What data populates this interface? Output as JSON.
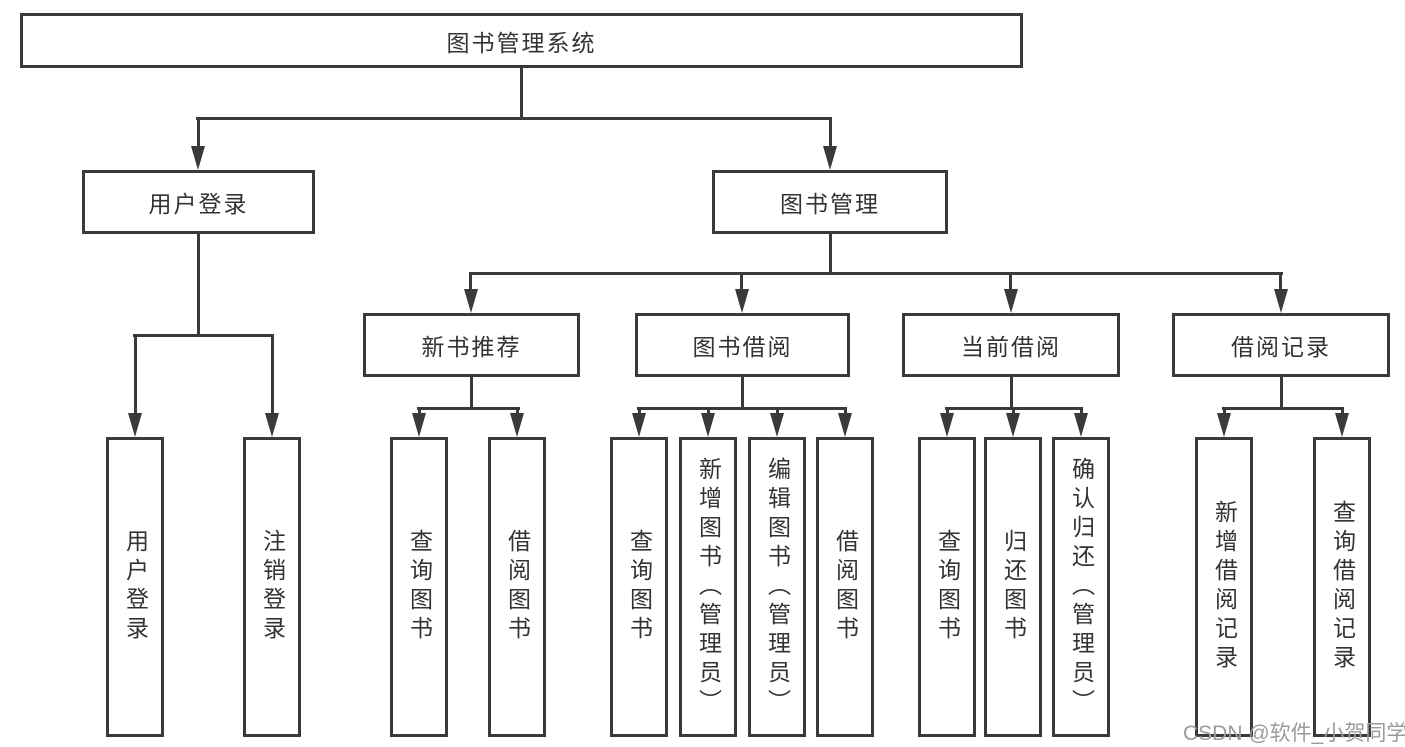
{
  "diagram": {
    "type": "tree",
    "root": {
      "label": "图书管理系统"
    },
    "level2": {
      "user_login": {
        "label": "用户登录"
      },
      "book_mgmt": {
        "label": "图书管理"
      }
    },
    "level3": {
      "new_books": {
        "label": "新书推荐"
      },
      "book_borrow": {
        "label": "图书借阅"
      },
      "current_borrow": {
        "label": "当前借阅"
      },
      "borrow_records": {
        "label": "借阅记录"
      }
    },
    "leaves": {
      "user_login_leaf": {
        "label": "用户登录"
      },
      "logout_leaf": {
        "label": "注销登录"
      },
      "nb_query_books": {
        "label": "查询图书"
      },
      "nb_borrow_books": {
        "label": "借阅图书"
      },
      "bb_query_books": {
        "label": "查询图书"
      },
      "bb_add_books": {
        "label": "新增图书（管理员）"
      },
      "bb_edit_books": {
        "label": "编辑图书（管理员）"
      },
      "bb_borrow_books": {
        "label": "借阅图书"
      },
      "cb_query_books": {
        "label": "查询图书"
      },
      "cb_return_books": {
        "label": "归还图书"
      },
      "cb_confirm_return": {
        "label": "确认归还（管理员）"
      },
      "br_add_record": {
        "label": "新增借阅记录"
      },
      "br_query_record": {
        "label": "查询借阅记录"
      }
    },
    "hierarchy": {
      "图书管理系统": {
        "用户登录": [
          "用户登录",
          "注销登录"
        ],
        "图书管理": {
          "新书推荐": [
            "查询图书",
            "借阅图书"
          ],
          "图书借阅": [
            "查询图书",
            "新增图书（管理员）",
            "编辑图书（管理员）",
            "借阅图书"
          ],
          "当前借阅": [
            "查询图书",
            "归还图书",
            "确认归还（管理员）"
          ],
          "借阅记录": [
            "新增借阅记录",
            "查询借阅记录"
          ]
        }
      }
    }
  },
  "watermark": {
    "text": "CSDN @软件_小贺同学"
  },
  "colors": {
    "line": "#3a3a3a",
    "text": "#333333",
    "watermark": "#9b9ba0",
    "background": "#ffffff"
  }
}
